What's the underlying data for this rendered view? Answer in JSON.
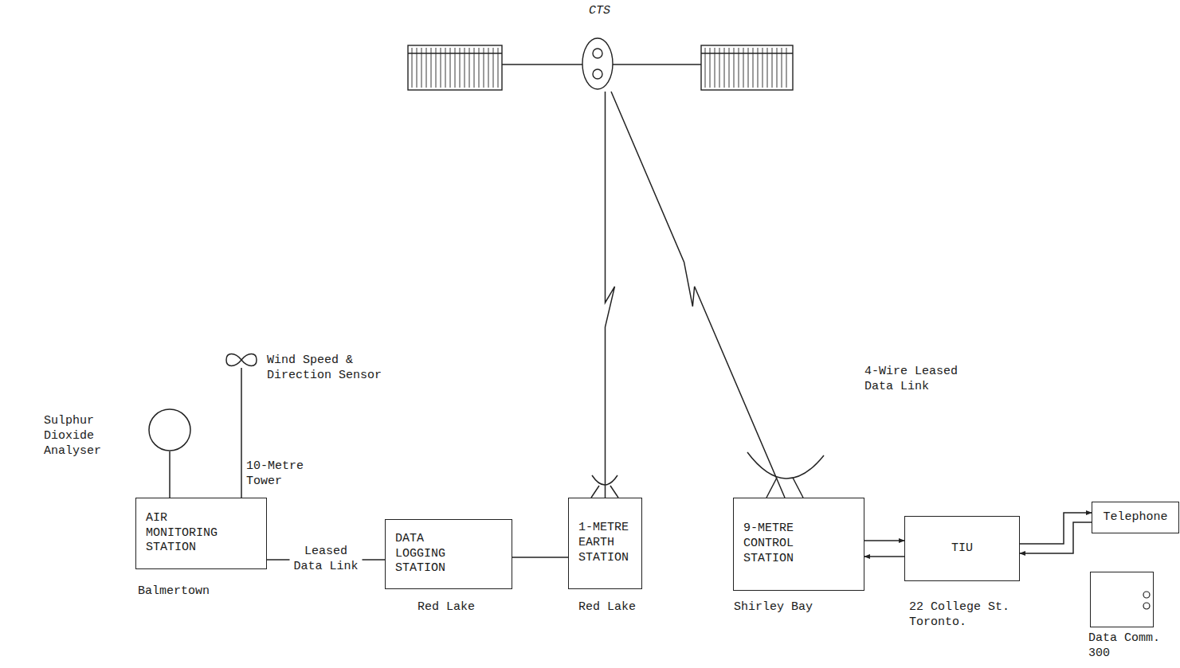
{
  "diagram": {
    "nodes": [
      {
        "text": [
          "CTS"
        ]
      },
      {
        "text": [
          "Sulphur Dioxide Analyser"
        ]
      },
      {
        "text": [
          "Wind Speed & Direction Sensor"
        ]
      },
      {
        "text": [
          "AIR MONITORING STATION",
          "Balmertown"
        ]
      },
      {
        "text": [
          "DATA LOGGING STATION",
          "Red Lake"
        ]
      },
      {
        "text": [
          "1-METRE EARTH STATION",
          "Red Lake"
        ]
      },
      {
        "text": [
          "9-METRE CONTROL STATION",
          "Shirley Bay"
        ]
      },
      {
        "text": [
          "TIU",
          "22 College St. Toronto."
        ]
      },
      {
        "text": [
          "Telephone"
        ]
      },
      {
        "text": [
          "Data Comm. 300"
        ]
      }
    ],
    "edges": [
      {
        "from": 1,
        "to": 3,
        "arrow": "none"
      },
      {
        "from": 2,
        "to": 3,
        "arrow": "none",
        "label": "10-Metre Tower"
      },
      {
        "from": 3,
        "to": 4,
        "arrow": "none",
        "label": "Leased Data Link"
      },
      {
        "from": 4,
        "to": 5,
        "arrow": "none"
      },
      {
        "from": 5,
        "to": 0,
        "arrow": "none"
      },
      {
        "from": 0,
        "to": 6,
        "arrow": "none"
      },
      {
        "from": 6,
        "to": 7,
        "arrow": "both",
        "label": "4-Wire Leased Data Link"
      },
      {
        "from": 7,
        "to": 8,
        "arrow": "both"
      }
    ]
  }
}
